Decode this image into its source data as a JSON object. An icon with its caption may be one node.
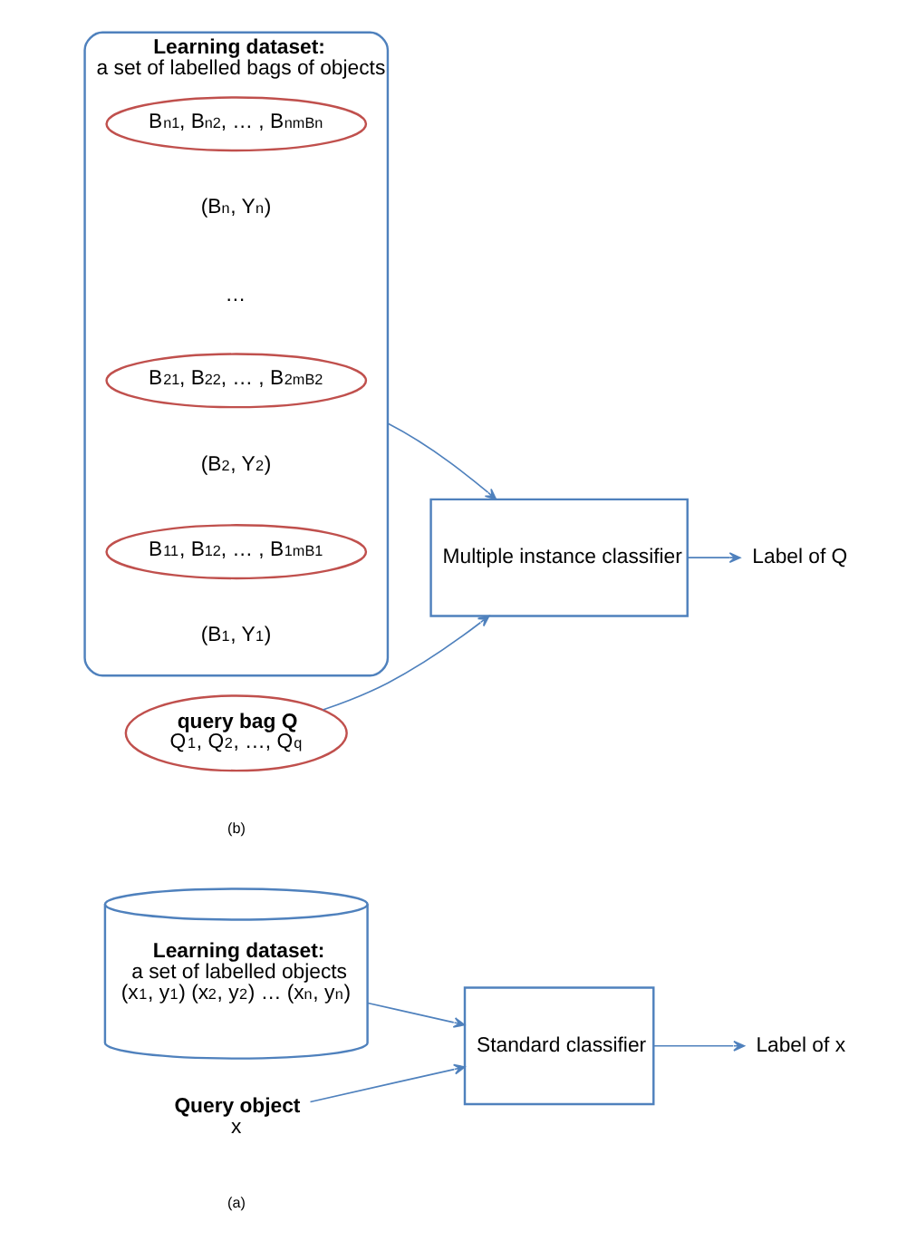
{
  "diagram": {
    "nodes": [
      {
        "text": [
          "**Learning dataset:** a set of labelled objects",
          "(x$_{1}$, y$_{1}$) (x$_{2}$, y$_{2}$) … (x$_{n}$, y$_{n}$)"
        ]
      },
      {
        "text": [
          "Standard classifier"
        ]
      },
      {
        "text": [
          "Label of x"
        ]
      },
      {
        "text": [
          "**Query object** x"
        ]
      },
      {
        "text": [
          "**Learning dataset:** a set of labelled bags of objects"
        ]
      },
      {
        "text": [
          "B$_{11}$, B$_{12}$, … , B$_{1m}$$_{B1}$"
        ],
        "in": 4
      },
      {
        "text": [
          "B$_{21}$, B$_{22}$, … , B$_{2m}$$_{B2}$"
        ],
        "in": 4
      },
      {
        "text": [
          "B$_{n1}$, B$_{n2}$, … , B$_{nm}$$_{Bn}$"
        ],
        "in": 4
      },
      {
        "text": [
          "Multiple instance classifier"
        ]
      },
      {
        "text": [
          "Label of Q"
        ]
      },
      {
        "text": [
          "query bag Q",
          "Q$_{1}$, Q$_{2}$, …, Q$_{q}$"
        ]
      }
    ],
    "edges": [
      {
        "from": 0,
        "to": 1,
        "arrow": "to"
      },
      {
        "from": 3,
        "to": 1,
        "arrow": "to"
      },
      {
        "from": 1,
        "to": 2,
        "arrow": "to"
      },
      {
        "from": 4,
        "to": 8,
        "arrow": "to"
      },
      {
        "from": 10,
        "to": 8,
        "arrow": "to"
      },
      {
        "from": 8,
        "to": 9,
        "arrow": "to"
      }
    ],
    "labels": [
      "(a)",
      "(B$_{1}$, Y$_{1}$)",
      "(B$_{2}$, Y$_{2}$)",
      "…",
      "(B$_{n}$, Y$_{n}$)",
      "(b)"
    ]
  }
}
